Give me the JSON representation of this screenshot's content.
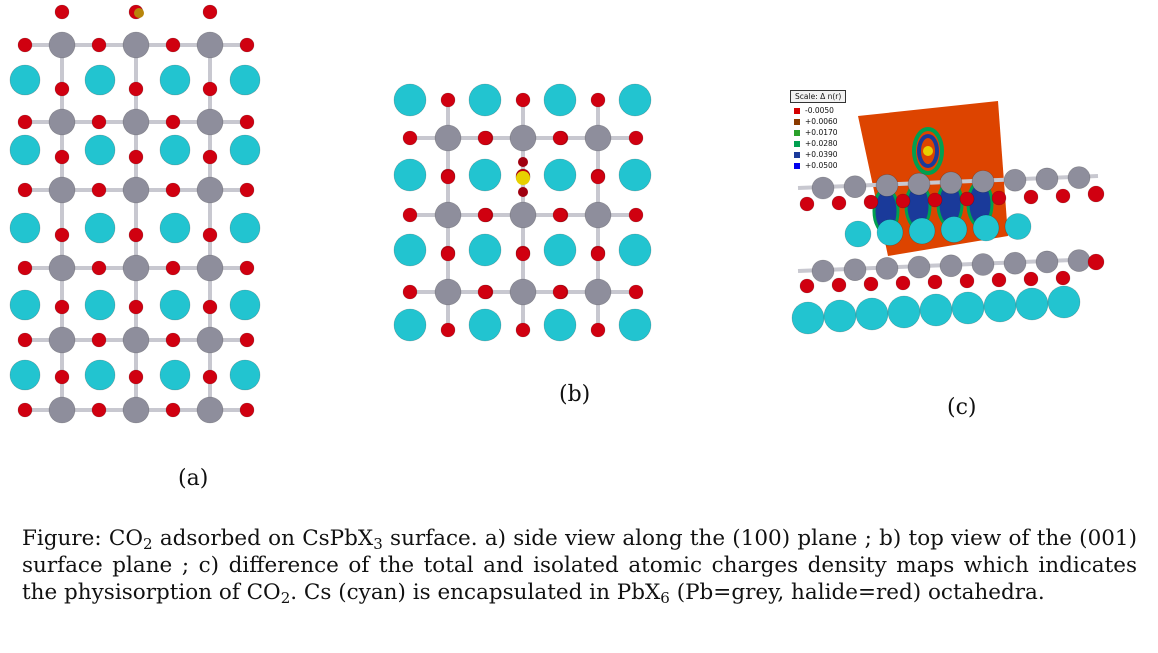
{
  "panels": {
    "a": {
      "label": "(a)"
    },
    "b": {
      "label": "(b)"
    },
    "c": {
      "label": "(c)",
      "legend": {
        "title": "Scale:  Δ n(r)",
        "items": [
          {
            "value": "-0.0050",
            "color": "#d40000"
          },
          {
            "value": "+0.0060",
            "color": "#8a3a00"
          },
          {
            "value": "+0.0170",
            "color": "#2aa02a"
          },
          {
            "value": "+0.0280",
            "color": "#00a050"
          },
          {
            "value": "+0.0390",
            "color": "#1a3a9a"
          },
          {
            "value": "+0.0500",
            "color": "#0000ee"
          }
        ]
      }
    }
  },
  "caption": {
    "p1": "Figure: CO",
    "s1": "2",
    "p2": " adsorbed on CsPbX",
    "s2": "3",
    "p3": " surface. a) side view along the (100) plane ; b) top view of the (001) surface plane ; c) difference of the total and isolated atomic charges density maps which indicates the physisorption of CO",
    "s3": "2",
    "p4": ".  Cs (cyan) is encapsulated in PbX",
    "s4": "6",
    "p5": " (Pb=grey, halide=red) octahedra."
  },
  "colors": {
    "cs": "#22c4d0",
    "pb": "#8e8e9c",
    "halide": "#d00010",
    "map_bg": "#dd4400",
    "bond": "#c8c8d0"
  }
}
